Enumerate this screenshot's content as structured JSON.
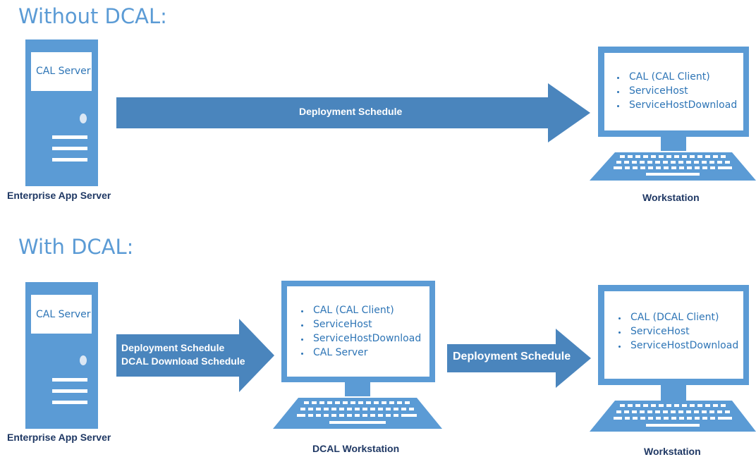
{
  "top": {
    "heading": "Without DCAL:",
    "server": {
      "screen_label": "CAL Server",
      "caption": "Enterprise App Server"
    },
    "arrow": {
      "label": "Deployment Schedule"
    },
    "workstation": {
      "items": [
        "CAL (CAL Client)",
        "ServiceHost",
        "ServiceHostDownload"
      ],
      "caption": "Workstation"
    }
  },
  "bottom": {
    "heading": "With DCAL:",
    "server": {
      "screen_label": "CAL Server",
      "caption": "Enterprise App Server"
    },
    "arrow1": {
      "line1": "Deployment Schedule",
      "line2": "DCAL Download Schedule"
    },
    "dcal_workstation": {
      "items": [
        "CAL (CAL Client)",
        "ServiceHost",
        "ServiceHostDownload",
        "CAL Server"
      ],
      "caption": "DCAL Workstation"
    },
    "arrow2": {
      "label": "Deployment Schedule"
    },
    "workstation": {
      "items": [
        "CAL (DCAL Client)",
        "ServiceHost",
        "ServiceHostDownload"
      ],
      "caption": "Workstation"
    }
  },
  "colors": {
    "heading": "#5b9bd5",
    "server_body": "#5b9bd5",
    "monitor": "#5b9bd5",
    "arrow": "#4a85bd",
    "caption": "#1f3864"
  },
  "icons": [
    "server-icon",
    "monitor-icon",
    "keyboard-icon",
    "arrow-right-icon"
  ]
}
